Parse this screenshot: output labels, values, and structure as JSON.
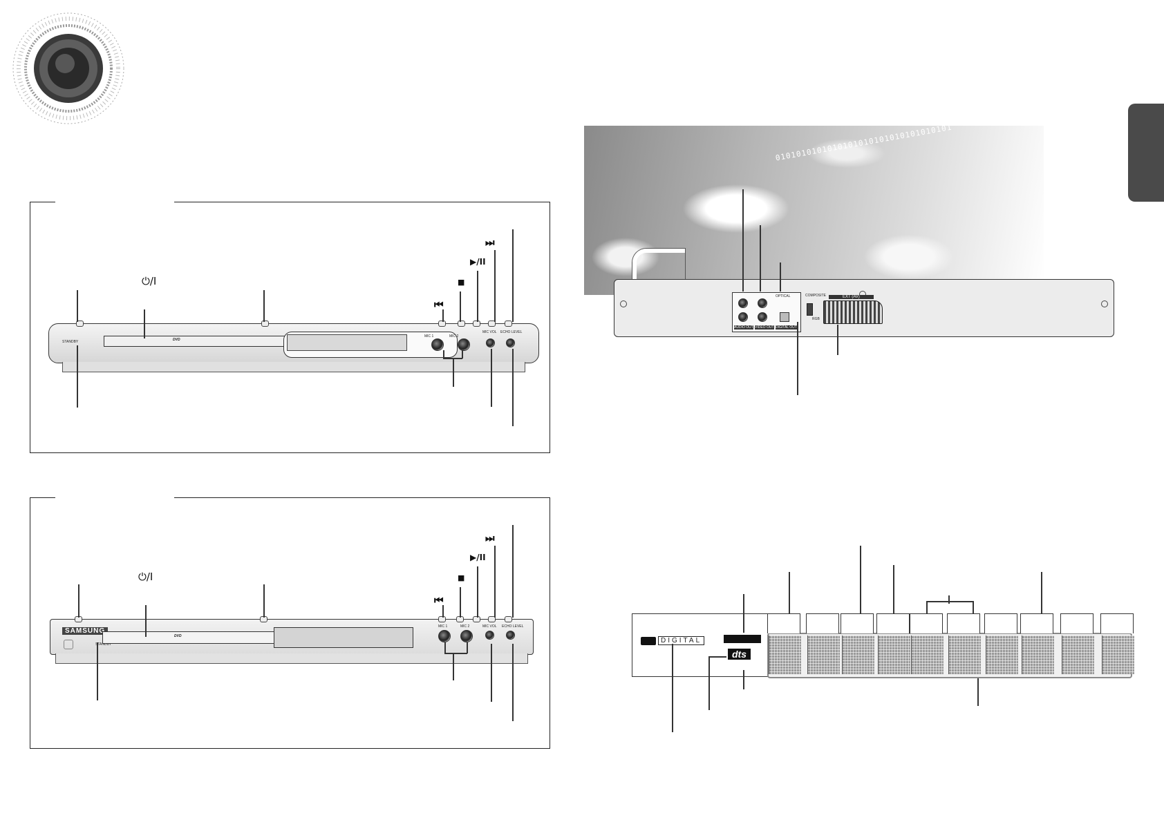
{
  "front_panel_1": {
    "power_symbol": "⏻/I",
    "standby_label": "STANDBY",
    "dvd_logo": "DVD",
    "mic1_label": "MIC 1",
    "mic2_label": "MIC 2",
    "mic_vol_label": "MIC VOL",
    "echo_level_label": "ECHO LEVEL",
    "prev_symbol": "⏮",
    "stop_symbol": "■",
    "play_pause_symbol": "▶/II",
    "next_symbol": "⏭"
  },
  "front_panel_2": {
    "brand": "SAMSUNG",
    "power_symbol": "⏻/I",
    "standby_label": "STANDBY",
    "dvd_logo": "DVD",
    "mic1_label": "MIC 1",
    "mic2_label": "MIC 2",
    "mic_vol_label": "MIC VOL",
    "echo_level_label": "ECHO LEVEL",
    "prev_symbol": "⏮",
    "stop_symbol": "■",
    "play_pause_symbol": "▶/II",
    "next_symbol": "⏭"
  },
  "rear_panel": {
    "audio_out_label": "AUDIO OUT",
    "video_out_label": "VIDEO OUT",
    "optical_label": "OPTICAL",
    "digital_out_label": "DIGITAL OUT",
    "composite_label": "COMPOSITE",
    "rgb_label": "RGB",
    "ext_av_label": "EXT (AV)",
    "binary_text": "0101010101010101010101010101010101"
  },
  "display": {
    "dolby_text": "DIGITAL",
    "dts_text": "dts"
  },
  "colors": {
    "tab_accent": "#4a4a4a",
    "leader_gray": "#8a8a8a",
    "panel_silver": "#e4e4e4"
  }
}
